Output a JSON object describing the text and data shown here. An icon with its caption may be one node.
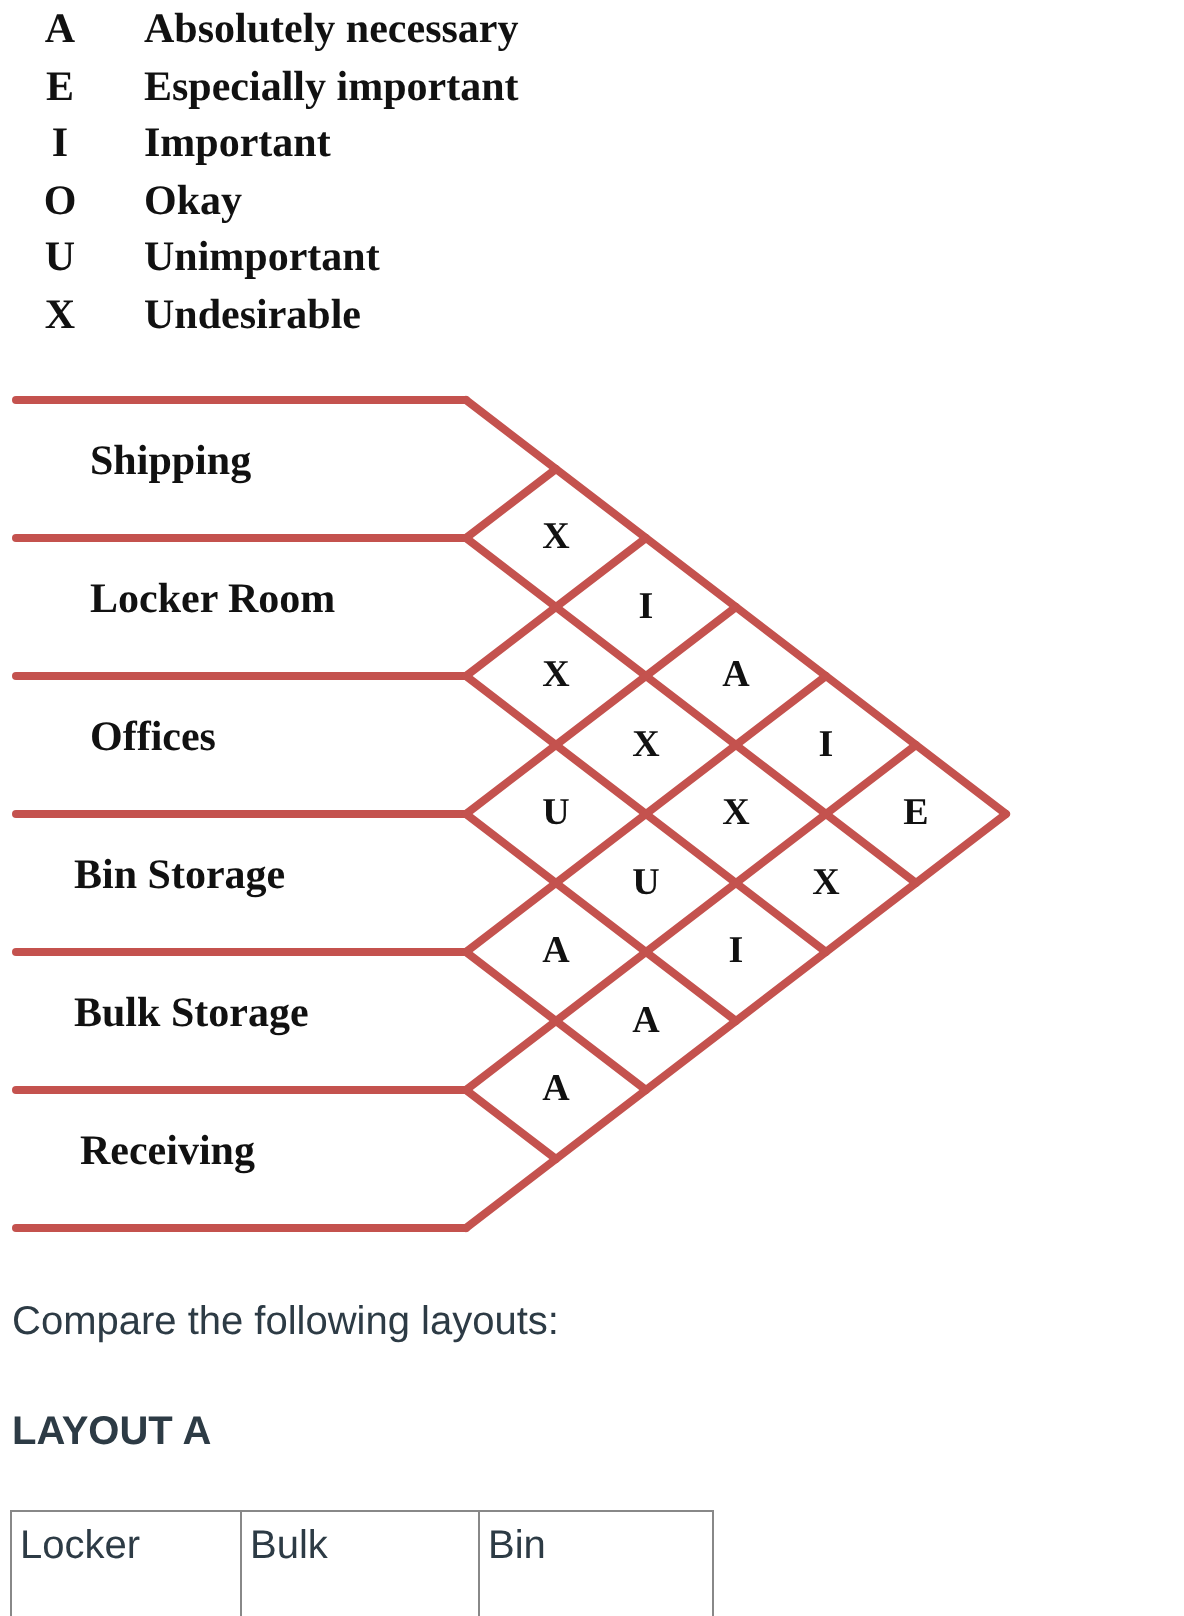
{
  "diagram": {
    "nodes": [
      {
        "text": [
          "Shipping"
        ]
      },
      {
        "text": [
          "Locker Room"
        ]
      },
      {
        "text": [
          "Offices"
        ]
      },
      {
        "text": [
          "Bin Storage"
        ]
      },
      {
        "text": [
          "Bulk Storage"
        ]
      },
      {
        "text": [
          "Receiving"
        ]
      },
      {
        "text": [
          "X"
        ]
      },
      {
        "text": [
          "I"
        ]
      },
      {
        "text": [
          "X"
        ]
      },
      {
        "text": [
          "A"
        ]
      },
      {
        "text": [
          "X"
        ]
      },
      {
        "text": [
          "I"
        ]
      },
      {
        "text": [
          "U"
        ]
      },
      {
        "text": [
          "X"
        ]
      },
      {
        "text": [
          "E"
        ]
      },
      {
        "text": [
          "U"
        ]
      },
      {
        "text": [
          "X"
        ]
      },
      {
        "text": [
          "A"
        ]
      },
      {
        "text": [
          "I"
        ]
      },
      {
        "text": [
          "A"
        ]
      },
      {
        "text": [
          "A"
        ]
      }
    ],
    "edges": [],
    "labels": [
      "A",
      "Absolutely necessary",
      "E",
      "Especially important",
      "I",
      "Important",
      "O",
      "Okay",
      "U",
      "Unimportant",
      "X",
      "Undesirable",
      "Compare the following layouts:",
      "LAYOUT A",
      "Locker",
      "Bulk",
      "Bin"
    ]
  }
}
